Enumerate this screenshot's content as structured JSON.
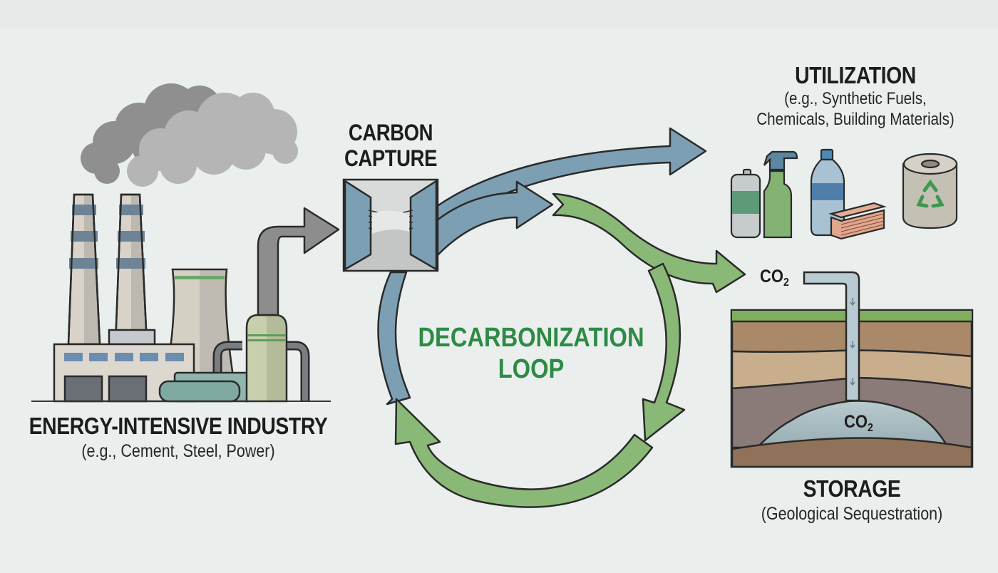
{
  "diagram": {
    "type": "process-cycle",
    "nodes": {
      "industry": {
        "title": "ENERGY-INTENSIVE INDUSTRY",
        "subtitle": "(e.g., Cement, Steel, Power)"
      },
      "capture": {
        "title_line1": "CARBON",
        "title_line2": "CAPTURE"
      },
      "utilization": {
        "title": "UTILIZATION",
        "subtitle_line1": "(e.g., Synthetic Fuels,",
        "subtitle_line2": "Chemicals, Building Materials)"
      },
      "storage": {
        "title": "STORAGE",
        "subtitle": "(Geological Sequestration)",
        "inlet_label": "CO",
        "plume_label": "CO",
        "subscript": "2"
      },
      "loop": {
        "line1": "DECARBONIZATION",
        "line2": "LOOP"
      }
    },
    "icons": [
      "smoke-cloud-icon",
      "factory-icon",
      "cooling-tower-icon",
      "capture-unit-icon",
      "canister-icon",
      "spray-bottle-icon",
      "bottle-icon",
      "bricks-icon",
      "recycled-roll-icon",
      "geological-layers-icon",
      "injection-pipe-icon"
    ],
    "edges": [
      {
        "from": "industry",
        "to": "capture",
        "color": "gray"
      },
      {
        "from": "capture",
        "to": "utilization",
        "color": "blue"
      },
      {
        "from": "capture",
        "to": "loop",
        "color": "blue"
      },
      {
        "from": "loop",
        "to": "storage",
        "color": "green"
      },
      {
        "from": "loop",
        "to": "loop",
        "color": "green"
      }
    ],
    "colors": {
      "background": "#eaefee",
      "blue_arrow": "#7d9fb3",
      "green_arrow": "#8ab877",
      "gray_arrow": "#8d8d8d",
      "loop_text": "#2e8a45",
      "outline": "#222222"
    }
  }
}
